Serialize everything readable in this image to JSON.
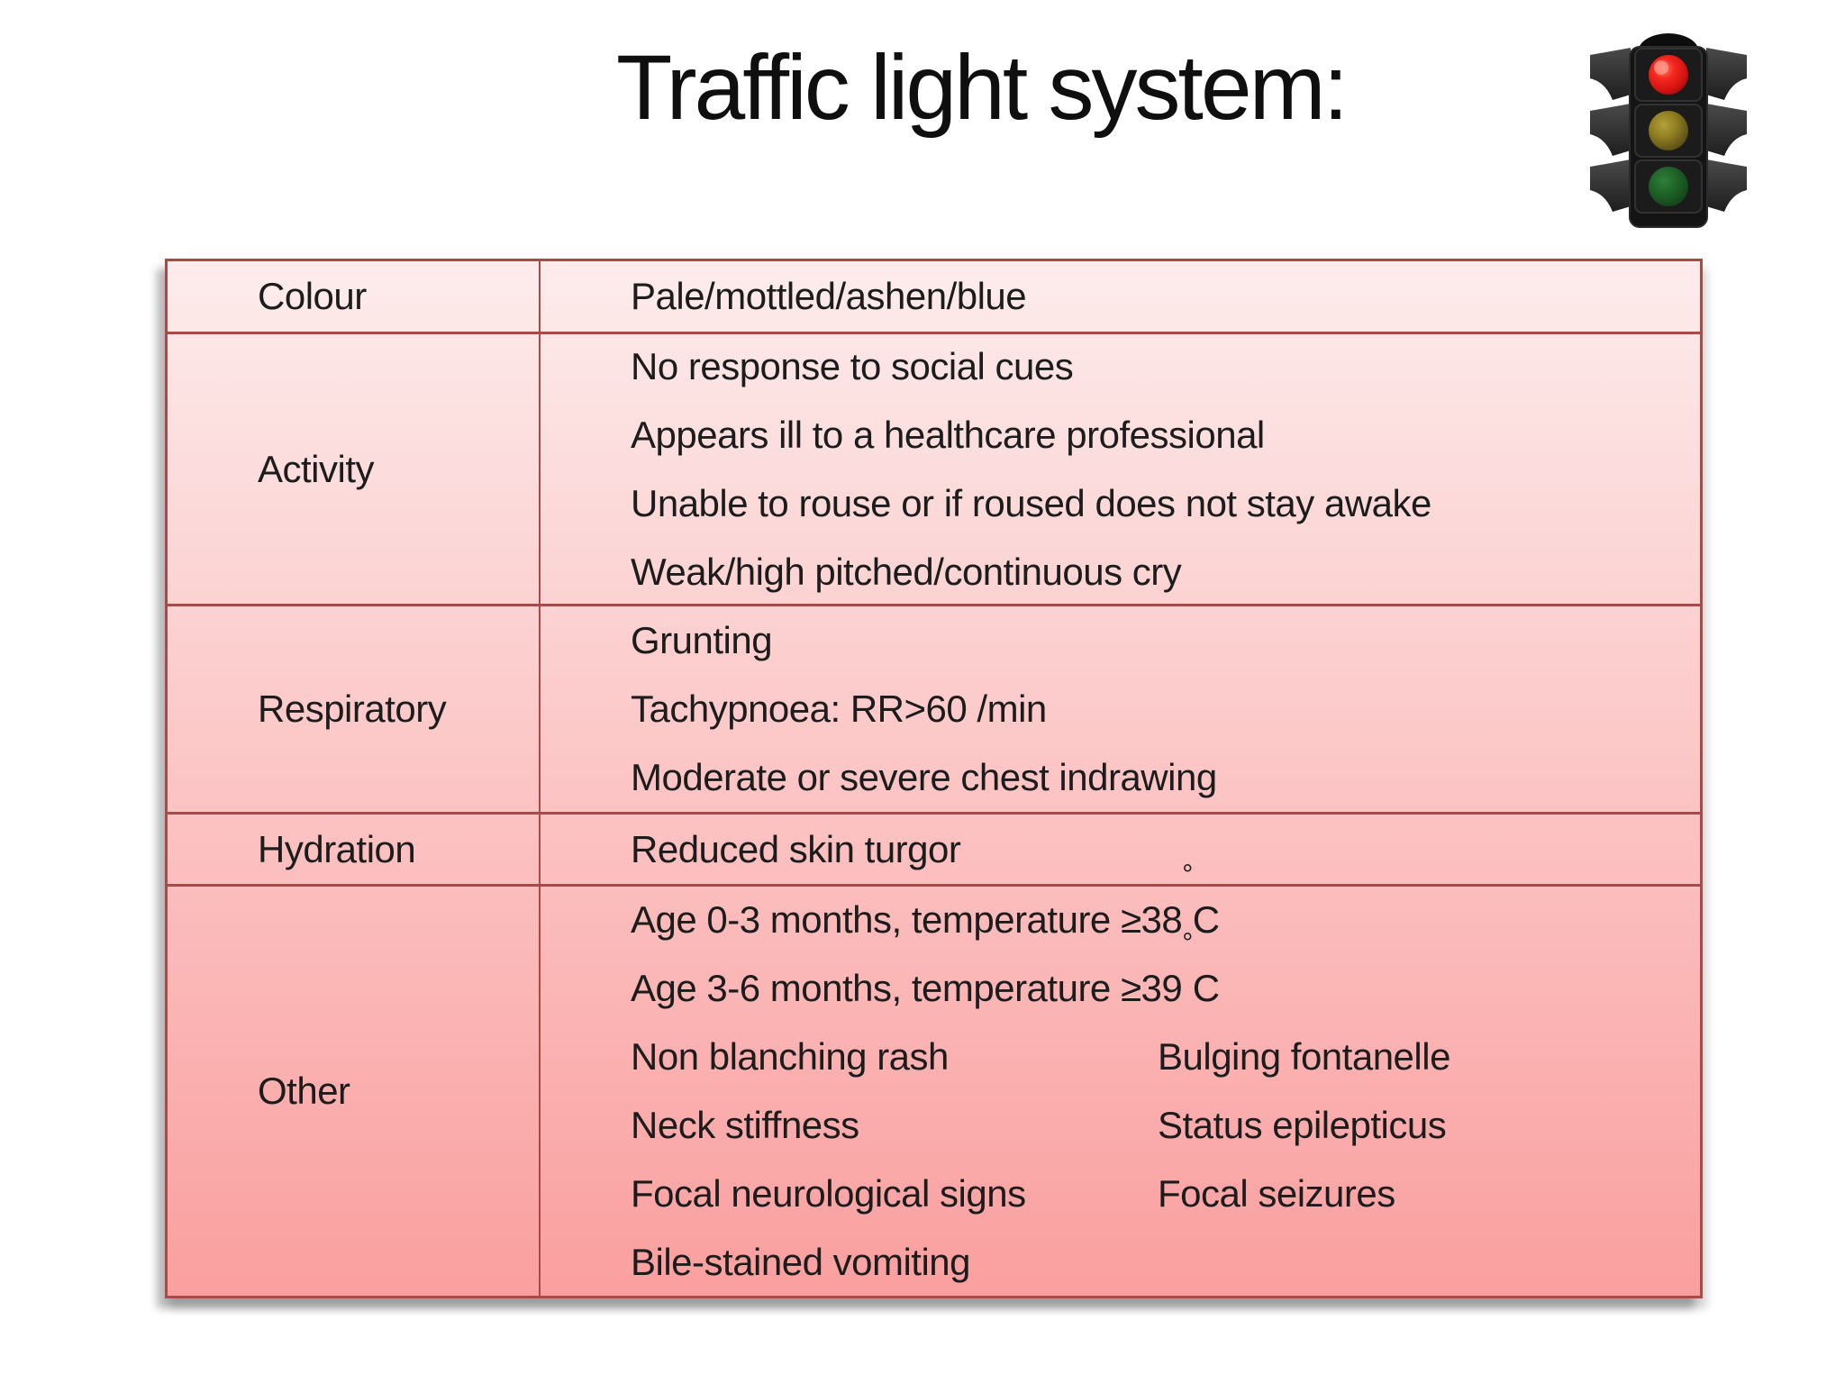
{
  "title": "Traffic light system:",
  "icon": "traffic-light-icon",
  "colors": {
    "table_border": "#a94a48",
    "table_gradient_top": "#fdecec",
    "table_gradient_mid": "#fcc9c9",
    "table_gradient_bottom": "#fa9f9f",
    "text": "#1c1c1c",
    "traffic_light_red": "#e8201c",
    "traffic_light_amber": "#8f7d22",
    "traffic_light_green": "#1f6328"
  },
  "table": {
    "rows": [
      {
        "label": "Colour",
        "lines": [
          "Pale/mottled/ashen/blue"
        ]
      },
      {
        "label": "Activity",
        "lines": [
          "No response to social cues",
          "Appears ill to a healthcare professional",
          "Unable to rouse or if roused does not stay awake",
          "Weak/high pitched/continuous cry"
        ]
      },
      {
        "label": "Respiratory",
        "lines": [
          "Grunting",
          "Tachypnoea: RR>60 /min",
          "Moderate or severe chest indrawing"
        ]
      },
      {
        "label": "Hydration",
        "lines": [
          "Reduced skin turgor"
        ]
      },
      {
        "label": "Other",
        "lines": [
          {
            "pre": "Age 0-3 months, temperature ≥38",
            "sup": "°",
            "post": "C"
          },
          {
            "pre": "Age 3-6 months, temperature ≥39",
            "sup": "°",
            "post": "C"
          },
          {
            "left": "Non blanching rash",
            "right": "Bulging fontanelle"
          },
          {
            "left": "Neck stiffness",
            "right": "Status epilepticus"
          },
          {
            "left": "Focal neurological signs",
            "right": "Focal seizures"
          },
          "Bile-stained vomiting"
        ]
      }
    ]
  }
}
